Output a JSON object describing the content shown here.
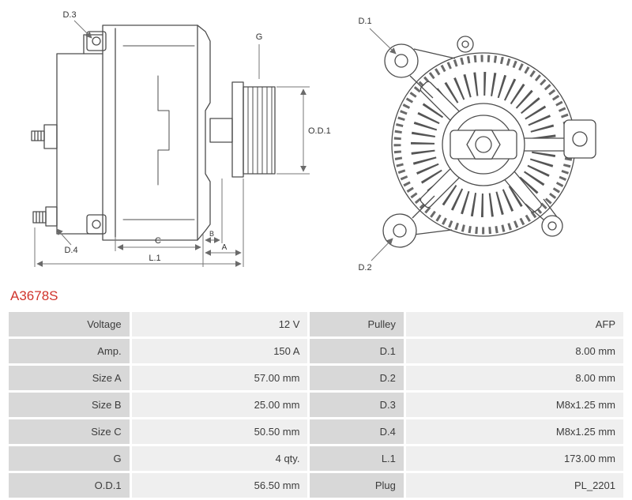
{
  "part_number": "A3678S",
  "accent_color": "#d0342c",
  "diagram": {
    "labels": {
      "d1": "D.1",
      "d2": "D.2",
      "d3": "D.3",
      "d4": "D.4",
      "g": "G",
      "od1": "O.D.1",
      "c": "C",
      "b": "B",
      "a": "A",
      "l1": "L.1"
    }
  },
  "spec_table": {
    "rows": [
      {
        "label_left": "Voltage",
        "value_left": "12 V",
        "label_right": "Pulley",
        "value_right": "AFP"
      },
      {
        "label_left": "Amp.",
        "value_left": "150 A",
        "label_right": "D.1",
        "value_right": "8.00 mm"
      },
      {
        "label_left": "Size A",
        "value_left": "57.00 mm",
        "label_right": "D.2",
        "value_right": "8.00 mm"
      },
      {
        "label_left": "Size B",
        "value_left": "25.00 mm",
        "label_right": "D.3",
        "value_right": "M8x1.25 mm"
      },
      {
        "label_left": "Size C",
        "value_left": "50.50 mm",
        "label_right": "D.4",
        "value_right": "M8x1.25 mm"
      },
      {
        "label_left": "G",
        "value_left": "4 qty.",
        "label_right": "L.1",
        "value_right": "173.00 mm"
      },
      {
        "label_left": "O.D.1",
        "value_left": "56.50 mm",
        "label_right": "Plug",
        "value_right": "PL_2201"
      }
    ]
  }
}
